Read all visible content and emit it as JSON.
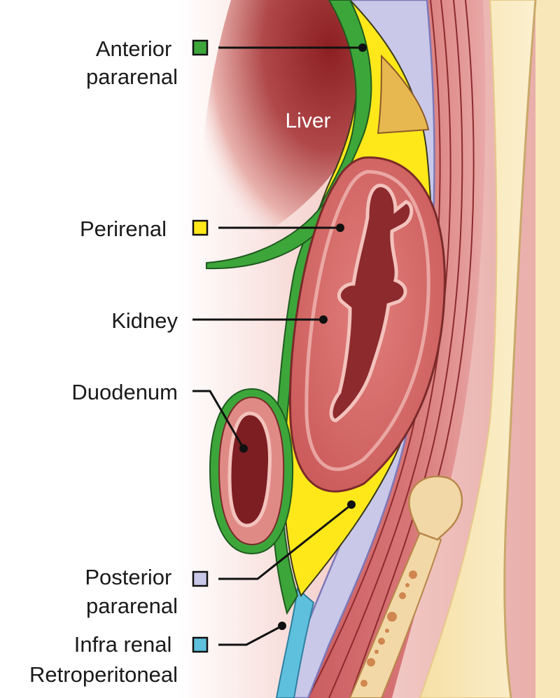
{
  "organ_label": "Liver",
  "labels": {
    "anterior_pararenal": [
      "Anterior",
      "pararenal"
    ],
    "perirenal": [
      "Perirenal"
    ],
    "kidney": [
      "Kidney"
    ],
    "duodenum": [
      "Duodenum"
    ],
    "posterior_pararenal": [
      "Posterior",
      "pararenal"
    ],
    "infra_renal": [
      "Infra renal",
      "Retroperitoneal"
    ]
  },
  "legend_colors": {
    "anterior_pararenal": "#3da63a",
    "perirenal": "#ffe81a",
    "posterior_pararenal": "#c9c8e8",
    "infra_renal": "#5ec0dc"
  }
}
